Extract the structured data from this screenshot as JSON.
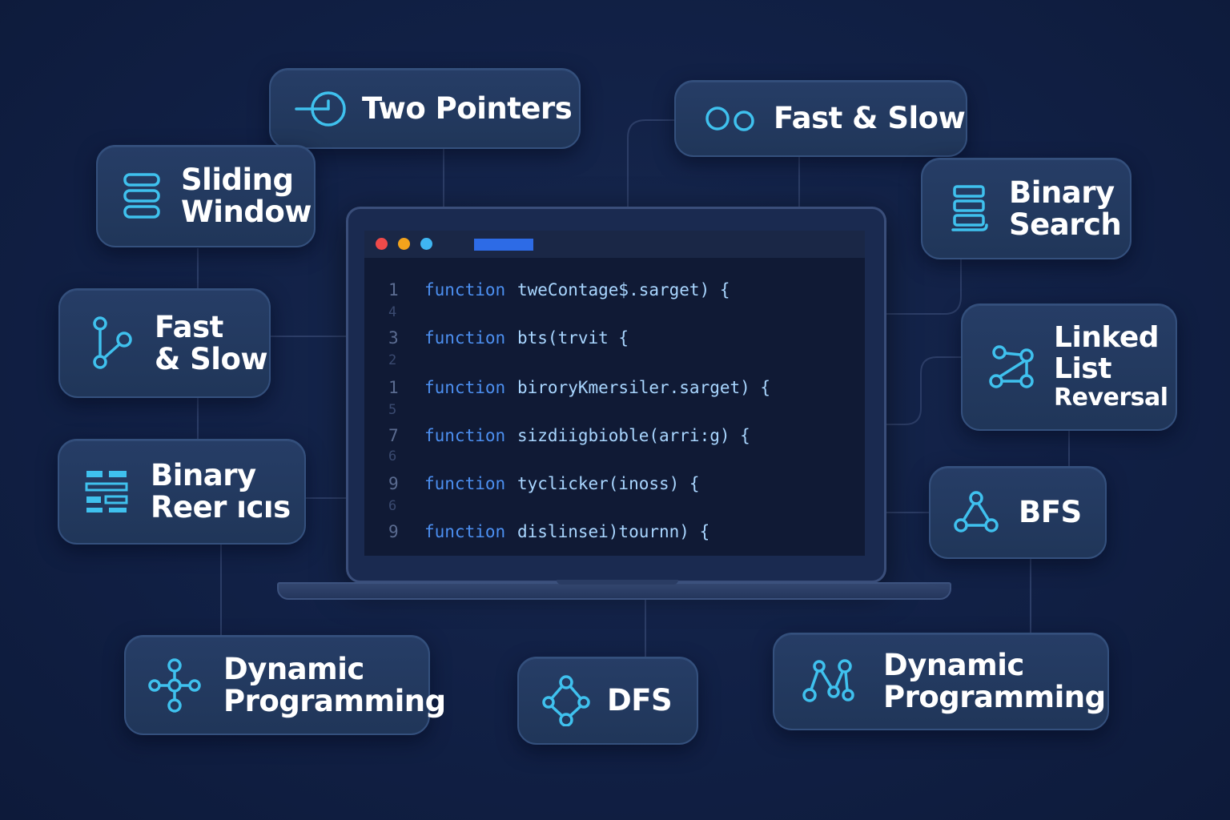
{
  "editor": {
    "window_dots": [
      {
        "name": "close-dot",
        "color": "#ef4a4a"
      },
      {
        "name": "minimize-dot",
        "color": "#f2a31c"
      },
      {
        "name": "maximize-dot",
        "color": "#3fb6f2"
      }
    ],
    "tab_color": "#2d6be6",
    "code_lines": [
      {
        "num": "1",
        "keyword": "function",
        "body": "tweContage$.sarget) {"
      },
      {
        "num": "3",
        "keyword": "function",
        "body": "bts(trvit {"
      },
      {
        "num": "1",
        "keyword": "function",
        "body": "biroryKmersiler.sarget) {"
      },
      {
        "num": "7",
        "keyword": "function",
        "body": "sizdiigbioble(arri:g) {"
      },
      {
        "num": "9",
        "keyword": "function",
        "body": "tyclicker(inoss) {"
      },
      {
        "num": "9",
        "keyword": "function",
        "body": "dislinsei)tournn) {"
      }
    ],
    "gutter_numbers": [
      "4",
      "2",
      "5",
      "6",
      "6"
    ]
  },
  "cards": {
    "two_pointers": {
      "lines": [
        "Two Pointers"
      ],
      "icon": "target-pointer-icon"
    },
    "sliding_window": {
      "lines": [
        "Sliding",
        "Window"
      ],
      "icon": "stacked-bars-icon"
    },
    "fast_slow_top": {
      "lines": [
        "Fast & Slow"
      ],
      "icon": "two-circles-icon"
    },
    "binary_search_top": {
      "lines": [
        "Binary",
        "Search"
      ],
      "icon": "stack-icon"
    },
    "fast_slow_left": {
      "lines": [
        "Fast",
        "& Slow"
      ],
      "icon": "branch-icon"
    },
    "linked_list_reversal": {
      "lines": [
        "Linked",
        "List",
        "Reversal"
      ],
      "icon": "graph-nodes-icon"
    },
    "binary_left": {
      "lines": [
        "Binary",
        "Reer ıcıs"
      ],
      "icon": "grid-icon"
    },
    "bfs": {
      "lines": [
        "BFS"
      ],
      "icon": "triangle-tree-icon"
    },
    "dynamic_programming_left": {
      "lines": [
        "Dynamic",
        "Programming"
      ],
      "icon": "cross-nodes-icon"
    },
    "dfs": {
      "lines": [
        "DFS"
      ],
      "icon": "diamond-nodes-icon"
    },
    "dynamic_programming_right": {
      "lines": [
        "Dynamic",
        "Programming"
      ],
      "icon": "zigzag-nodes-icon"
    }
  },
  "colors": {
    "background": "#112045",
    "card": "#263d66",
    "icon_accent": "#3fc1ee",
    "keyword": "#4c8ff0",
    "code_text": "#a9d6ff"
  }
}
